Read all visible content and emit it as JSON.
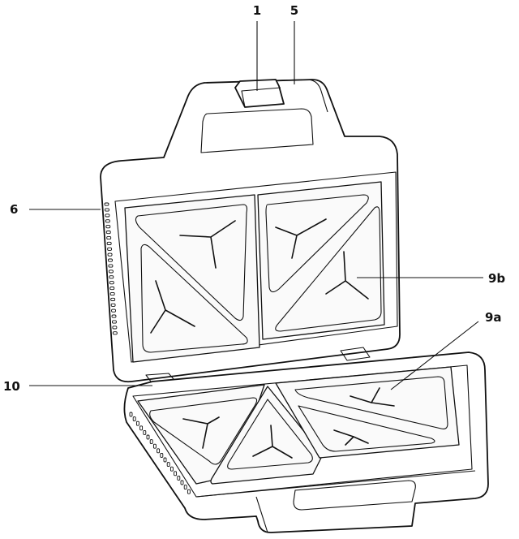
{
  "labels": {
    "l1": "1",
    "l5": "5",
    "l6": "6",
    "l9b": "9b",
    "l9a": "9a",
    "l10": "10"
  },
  "colors": {
    "line": "#111111",
    "background": "#ffffff"
  }
}
